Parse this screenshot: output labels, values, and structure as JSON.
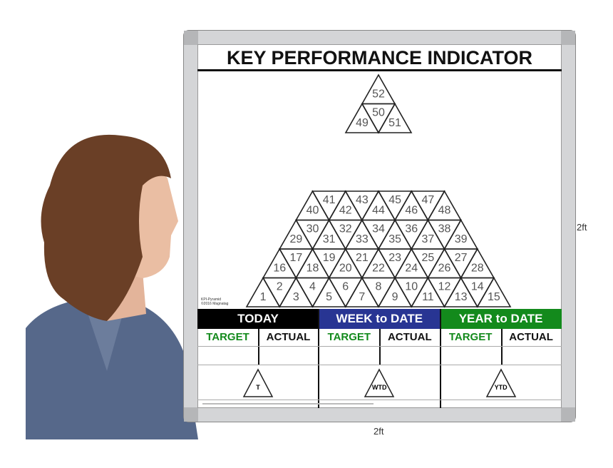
{
  "board": {
    "title": "KEY PERFORMANCE INDICATOR",
    "product_label": [
      "KPI-Pyramid",
      "©2016 Magnatag"
    ]
  },
  "small_pyramid": {
    "rows": [
      [
        52
      ],
      [
        49,
        50,
        51
      ]
    ]
  },
  "large_pyramid": {
    "rows": [
      [
        40,
        41,
        42,
        43,
        44,
        45,
        46,
        47,
        48
      ],
      [
        29,
        30,
        31,
        32,
        33,
        34,
        35,
        36,
        37,
        38,
        39
      ],
      [
        16,
        17,
        18,
        19,
        20,
        21,
        22,
        23,
        24,
        25,
        26,
        27,
        28
      ],
      [
        1,
        2,
        3,
        4,
        5,
        6,
        7,
        8,
        9,
        10,
        11,
        12,
        13,
        14,
        15
      ]
    ]
  },
  "sections": [
    {
      "label": "TODAY",
      "color": "#000000",
      "target": "TARGET",
      "actual": "ACTUAL",
      "badge": "T"
    },
    {
      "label": "WEEK to DATE",
      "color": "#283593",
      "target": "TARGET",
      "actual": "ACTUAL",
      "badge": "WTD"
    },
    {
      "label": "YEAR to DATE",
      "color": "#138a1c",
      "target": "TARGET",
      "actual": "ACTUAL",
      "badge": "YTD"
    }
  ],
  "colors": {
    "target_text": "#138a1c"
  },
  "dimensions": {
    "height": "2ft",
    "width": "2ft"
  }
}
